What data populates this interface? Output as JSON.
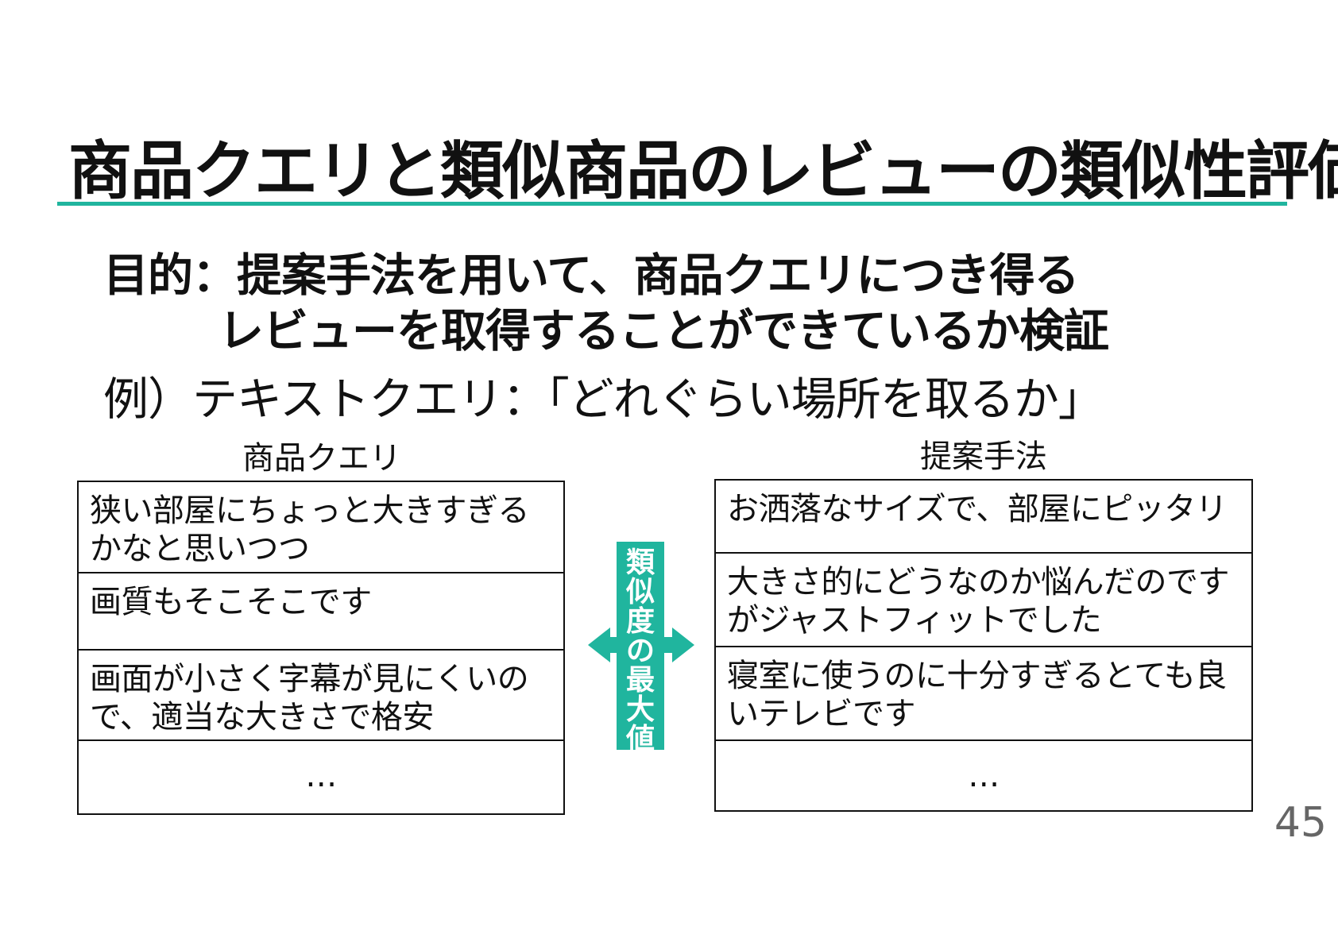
{
  "slide": {
    "title": "商品クエリと類似商品のレビューの類似性評価",
    "purpose": {
      "line1": "目的：提案手法を用いて、商品クエリにつき得る",
      "line2": "レビューを取得することができているか検証"
    },
    "example": "例）テキストクエリ：「どれぐらい場所を取るか」",
    "left_column": {
      "header": "商品クエリ",
      "rows": [
        "狭い部屋にちょっと大きすぎるかなと思いつつ",
        "画質もそこそこです",
        "画面が小さく字幕が見にくいので、適当な大きさで格安",
        "…"
      ]
    },
    "right_column": {
      "header": "提案手法",
      "rows": [
        "お洒落なサイズで、部屋にピッタリ",
        "大きさ的にどうなのか悩んだのですがジャストフィットでした",
        "寝室に使うのに十分すぎるとても良いテレビです",
        "…"
      ]
    },
    "similarity_label": [
      "類",
      "似",
      "度",
      "の",
      "最",
      "大",
      "値"
    ],
    "page_number": "45",
    "colors": {
      "accent": "#20b59e",
      "text": "#111111",
      "page_number": "#666666"
    }
  }
}
